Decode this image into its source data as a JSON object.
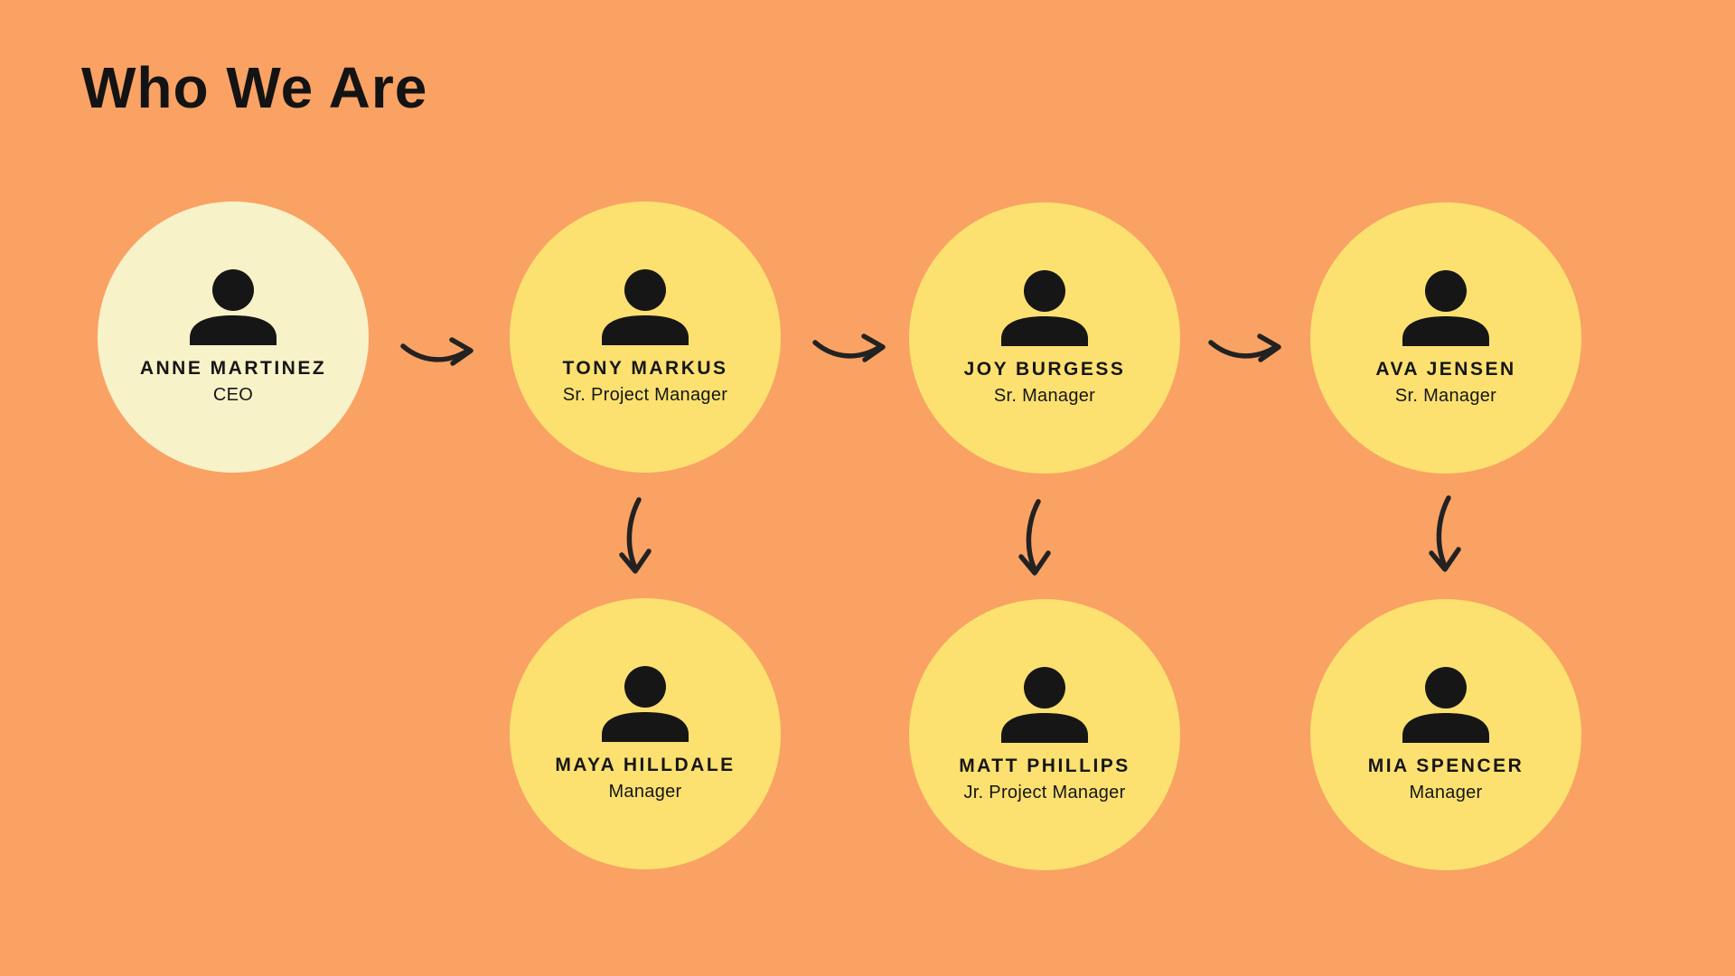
{
  "page": {
    "title": "Who We Are"
  },
  "colors": {
    "background": "#F9A264",
    "circle": "#FCE170",
    "circle_highlight": "#F8F2C9",
    "ink": "#161616",
    "title_ink": "#131313",
    "arrow_ink": "#222222"
  },
  "icons": {
    "member_avatar": "person-icon",
    "connector": "hand-drawn-arrow"
  },
  "org": {
    "members": [
      {
        "name": "ANNE MARTINEZ",
        "title": "CEO"
      },
      {
        "name": "TONY MARKUS",
        "title": "Sr. Project Manager"
      },
      {
        "name": "JOY BURGESS",
        "title": "Sr. Manager"
      },
      {
        "name": "AVA JENSEN",
        "title": "Sr. Manager"
      },
      {
        "name": "MAYA HILLDALE",
        "title": "Manager"
      },
      {
        "name": "MATT PHILLIPS",
        "title": "Jr. Project Manager"
      },
      {
        "name": "MIA SPENCER",
        "title": "Manager"
      }
    ],
    "connections": [
      {
        "from": "ANNE MARTINEZ",
        "to": "TONY MARKUS",
        "direction": "right"
      },
      {
        "from": "TONY MARKUS",
        "to": "JOY BURGESS",
        "direction": "right"
      },
      {
        "from": "JOY BURGESS",
        "to": "AVA JENSEN",
        "direction": "right"
      },
      {
        "from": "TONY MARKUS",
        "to": "MAYA HILLDALE",
        "direction": "down"
      },
      {
        "from": "JOY BURGESS",
        "to": "MATT PHILLIPS",
        "direction": "down"
      },
      {
        "from": "AVA JENSEN",
        "to": "MIA SPENCER",
        "direction": "down"
      }
    ]
  }
}
